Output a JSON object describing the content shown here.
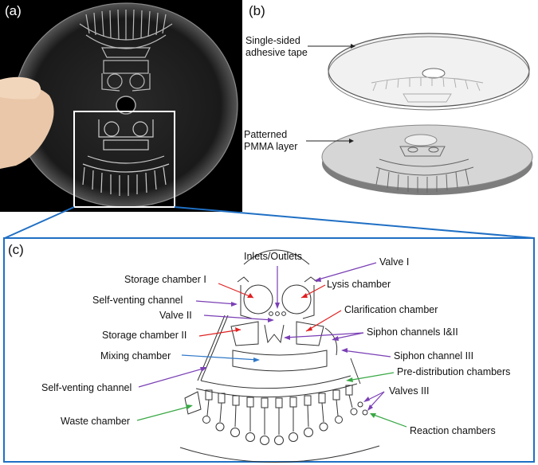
{
  "panels": {
    "a": {
      "label": "(a)"
    },
    "b": {
      "label": "(b)",
      "tape_label": "Single-sided\nadhesive tape",
      "pmma_label": "Patterned\nPMMA layer"
    },
    "c": {
      "label": "(c)"
    }
  },
  "annotations": {
    "inlets_outlets": "Inlets/Outlets",
    "valve_1": "Valve I",
    "storage_chamber_1": "Storage chamber I",
    "lysis_chamber": "Lysis chamber",
    "self_venting_channel_top": "Self-venting channel",
    "valve_2": "Valve II",
    "clarification_chamber": "Clarification chamber",
    "storage_chamber_2": "Storage chamber II",
    "siphon_channels_1_2": "Siphon channels I&II",
    "mixing_chamber": "Mixing chamber",
    "siphon_channel_3": "Siphon channel III",
    "pre_distribution_chambers": "Pre-distribution chambers",
    "self_venting_channel_bottom": "Self-venting channel",
    "valves_3": "Valves III",
    "waste_chamber": "Waste chamber",
    "reaction_chambers": "Reaction chambers"
  },
  "colors": {
    "arrow_red": "#e02020",
    "arrow_purple": "#7a3fb5",
    "arrow_blue": "#2f78c8",
    "arrow_green": "#3aa845",
    "frame_blue": "#1f6fc4"
  }
}
